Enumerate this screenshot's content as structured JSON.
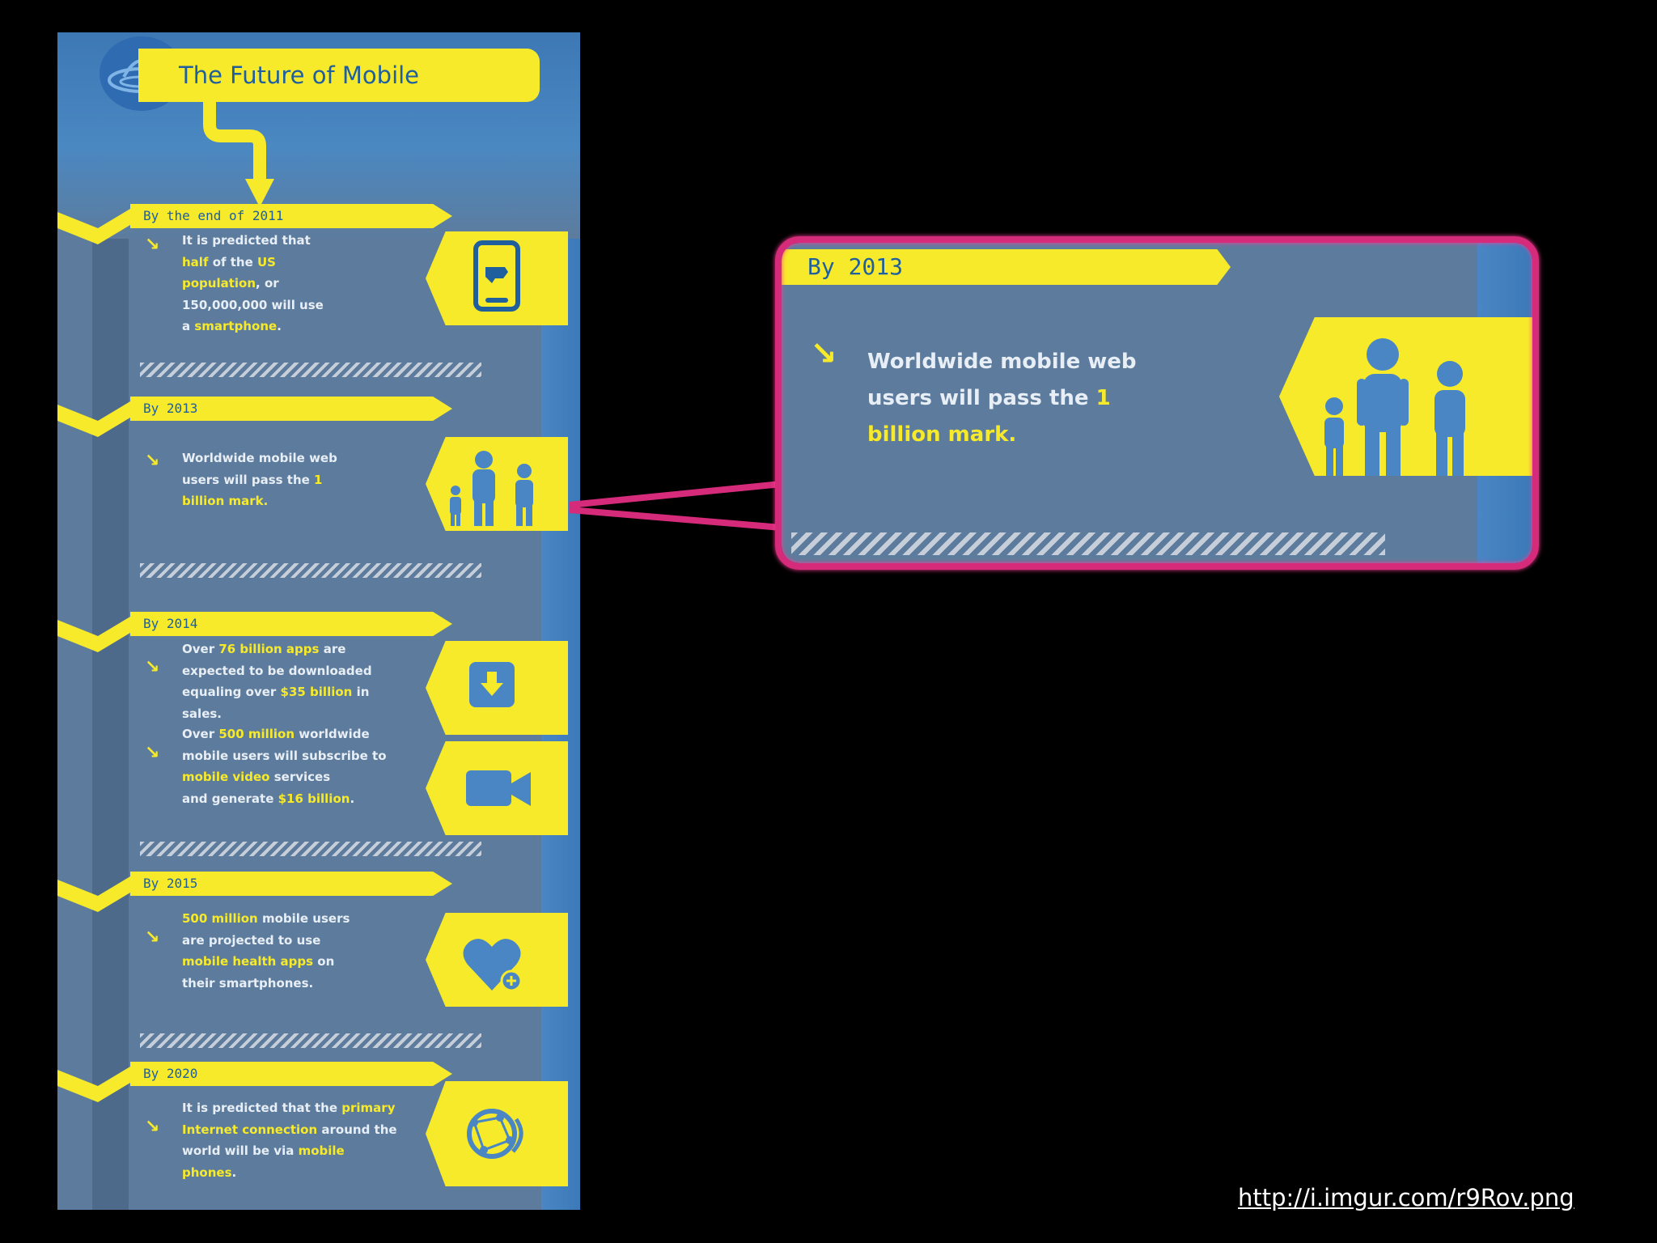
{
  "infographic": {
    "title": "The Future of Mobile",
    "sections": [
      {
        "year": "By the end of 2011",
        "items": [
          {
            "lines": [
              [
                {
                  "t": "It is predicted that",
                  "h": false
                }
              ],
              [
                {
                  "t": "half",
                  "h": true
                },
                {
                  "t": " of the ",
                  "h": false
                },
                {
                  "t": "US",
                  "h": true
                }
              ],
              [
                {
                  "t": "population",
                  "h": true
                },
                {
                  "t": ", or",
                  "h": false
                }
              ],
              [
                {
                  "t": "150,000,000 will use",
                  "h": false
                }
              ],
              [
                {
                  "t": "a ",
                  "h": false
                },
                {
                  "t": "smartphone",
                  "h": true
                },
                {
                  "t": ".",
                  "h": false
                }
              ]
            ]
          }
        ],
        "icons": [
          "smartphone-icon"
        ]
      },
      {
        "year": "By 2013",
        "items": [
          {
            "lines": [
              [
                {
                  "t": "Worldwide mobile web",
                  "h": false
                }
              ],
              [
                {
                  "t": "users will pass the ",
                  "h": false
                },
                {
                  "t": "1",
                  "h": true
                }
              ],
              [
                {
                  "t": "billion mark.",
                  "h": true
                }
              ]
            ]
          }
        ],
        "icons": [
          "family-icon"
        ]
      },
      {
        "year": "By 2014",
        "items": [
          {
            "lines": [
              [
                {
                  "t": "Over ",
                  "h": false
                },
                {
                  "t": "76 billion apps",
                  "h": true
                },
                {
                  "t": " are",
                  "h": false
                }
              ],
              [
                {
                  "t": "expected to be downloaded",
                  "h": false
                }
              ],
              [
                {
                  "t": "equaling over ",
                  "h": false
                },
                {
                  "t": "$35 billion",
                  "h": true
                },
                {
                  "t": " in",
                  "h": false
                }
              ],
              [
                {
                  "t": "sales.",
                  "h": false
                }
              ]
            ]
          },
          {
            "lines": [
              [
                {
                  "t": "Over ",
                  "h": false
                },
                {
                  "t": "500 million",
                  "h": true
                },
                {
                  "t": " worldwide",
                  "h": false
                }
              ],
              [
                {
                  "t": "mobile users will subscribe to",
                  "h": false
                }
              ],
              [
                {
                  "t": "mobile video",
                  "h": true
                },
                {
                  "t": " services",
                  "h": false
                }
              ],
              [
                {
                  "t": "and generate ",
                  "h": false
                },
                {
                  "t": "$16 billion",
                  "h": true
                },
                {
                  "t": ".",
                  "h": false
                }
              ]
            ]
          }
        ],
        "icons": [
          "download-icon",
          "video-camera-icon"
        ]
      },
      {
        "year": "By 2015",
        "items": [
          {
            "lines": [
              [
                {
                  "t": "500 million",
                  "h": true
                },
                {
                  "t": " mobile users",
                  "h": false
                }
              ],
              [
                {
                  "t": "are projected to use",
                  "h": false
                }
              ],
              [
                {
                  "t": "mobile health apps",
                  "h": true
                },
                {
                  "t": " on",
                  "h": false
                }
              ],
              [
                {
                  "t": "their smartphones.",
                  "h": false
                }
              ]
            ]
          }
        ],
        "icons": [
          "health-heart-icon"
        ]
      },
      {
        "year": "By 2020",
        "items": [
          {
            "lines": [
              [
                {
                  "t": "It is predicted that the ",
                  "h": false
                },
                {
                  "t": "primary",
                  "h": true
                }
              ],
              [
                {
                  "t": "Internet connection",
                  "h": true
                },
                {
                  "t": " around the",
                  "h": false
                }
              ],
              [
                {
                  "t": "world will be via ",
                  "h": false
                },
                {
                  "t": "mobile",
                  "h": true
                }
              ],
              [
                {
                  "t": "phones",
                  "h": true
                },
                {
                  "t": ".",
                  "h": false
                }
              ]
            ]
          }
        ],
        "icons": [
          "globe-network-icon"
        ]
      }
    ]
  },
  "callout": {
    "year": "By 2013",
    "lines": [
      [
        {
          "t": "Worldwide mobile web",
          "h": false
        }
      ],
      [
        {
          "t": "users will pass the ",
          "h": false
        },
        {
          "t": "1",
          "h": true
        }
      ],
      [
        {
          "t": "billion mark.",
          "h": true
        }
      ]
    ],
    "icon": "family-icon"
  },
  "source_link": "http://i.imgur.com/r9Rov.png",
  "colors": {
    "panel": "#5d7c9d",
    "accent_yellow": "#f7ea2a",
    "title_blue": "#1f5f9d",
    "callout_pink": "#d62a7a"
  }
}
